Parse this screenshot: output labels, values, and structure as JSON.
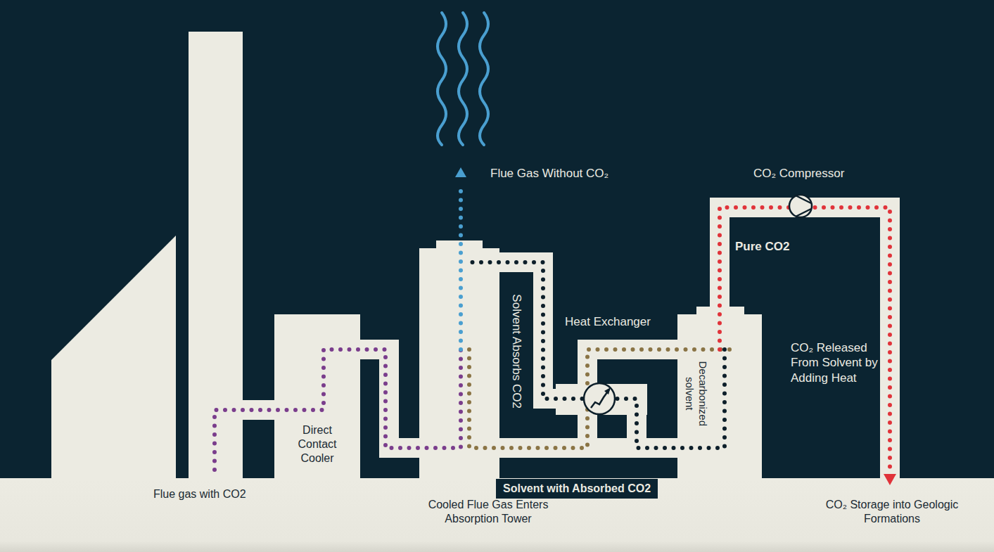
{
  "diagram": {
    "nodes": [
      {
        "text": [
          "Direct Contact Cooler"
        ]
      }
    ],
    "labels": [
      "Flue Gas Without CO₂",
      "CO₂ Compressor",
      "Pure CO2",
      "Solvent Absorbs CO2",
      "Heat Exchanger",
      "CO₂ Released From Solvent by Adding Heat",
      "Decarbonized solvent",
      "Flue gas with CO2",
      "Solvent with Absorbed CO2",
      "Cooled Flue Gas Enters Absorption Tower",
      "CO₂ Storage into Geologic Formations"
    ]
  }
}
